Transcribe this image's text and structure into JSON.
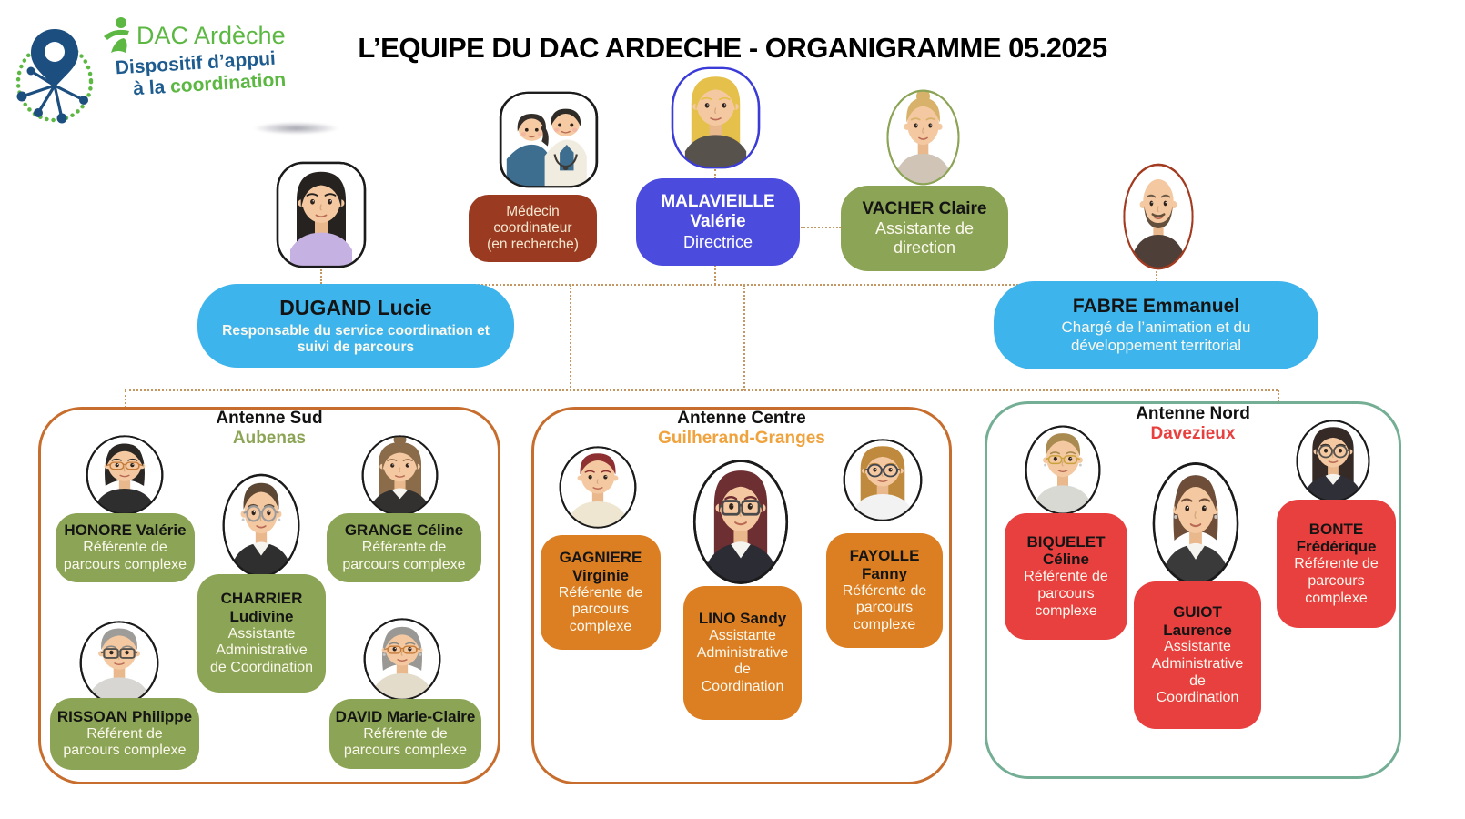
{
  "title": "L’EQUIPE DU DAC ARDECHE - ORGANIGRAMME 05.2025",
  "logo": {
    "brand": "DAC Ardèche",
    "tagline_line1": "Dispositif d’appui",
    "tagline_line2_prefix": "à la ",
    "tagline_line2_highlight": "coordination",
    "green": "#5CB843",
    "blue": "#1E5C8F",
    "pin_blue": "#1C4F80"
  },
  "colors": {
    "card_brown": "#9A3A21",
    "card_indigo": "#4B4BDE",
    "card_olive": "#8CA455",
    "card_sky": "#3EB4EC",
    "card_orange": "#DC7E22",
    "card_red": "#E8403F",
    "connector": "#C49662"
  },
  "people": {
    "medecin": {
      "lines": [
        "Médecin",
        "coordinateur",
        "(en recherche)"
      ]
    },
    "malavieille": {
      "name_lines": [
        "MALAVIEILLE",
        "Valérie"
      ],
      "role_lines": [
        "Directrice"
      ]
    },
    "vacher": {
      "name_lines": [
        "VACHER Claire"
      ],
      "role_lines": [
        "Assistante de",
        "direction"
      ]
    },
    "dugand": {
      "name_lines": [
        "DUGAND Lucie"
      ],
      "role_lines": [
        "Responsable du service coordination et",
        "suivi de parcours"
      ]
    },
    "fabre": {
      "name_lines": [
        "FABRE Emmanuel"
      ],
      "role_lines": [
        "Chargé de l’animation et du",
        "développement territorial"
      ]
    },
    "honore": {
      "name_lines": [
        "HONORE Valérie"
      ],
      "role_lines": [
        "Référente de",
        "parcours complexe"
      ]
    },
    "grange": {
      "name_lines": [
        "GRANGE Céline"
      ],
      "role_lines": [
        "Référente de",
        "parcours complexe"
      ]
    },
    "charrier": {
      "name_lines": [
        "CHARRIER",
        "Ludivine"
      ],
      "role_lines": [
        "Assistante",
        "Administrative",
        "de Coordination"
      ]
    },
    "rissoan": {
      "name_lines": [
        "RISSOAN Philippe"
      ],
      "role_lines": [
        "Référent de",
        "parcours complexe"
      ]
    },
    "david": {
      "name_lines": [
        "DAVID Marie-Claire"
      ],
      "role_lines": [
        "Référente de",
        "parcours complexe"
      ]
    },
    "gagniere": {
      "name_lines": [
        "GAGNIERE",
        "Virginie"
      ],
      "role_lines": [
        "Référente de",
        "parcours",
        "complexe"
      ]
    },
    "lino": {
      "name_lines": [
        "LINO Sandy"
      ],
      "role_lines": [
        "Assistante",
        "Administrative",
        "de",
        "Coordination"
      ]
    },
    "fayolle": {
      "name_lines": [
        "FAYOLLE",
        "Fanny"
      ],
      "role_lines": [
        "Référente de",
        "parcours",
        "complexe"
      ]
    },
    "biquelet": {
      "name_lines": [
        "BIQUELET",
        "Céline"
      ],
      "role_lines": [
        "Référente de",
        "parcours",
        "complexe"
      ]
    },
    "guiot": {
      "name_lines": [
        "GUIOT",
        "Laurence"
      ],
      "role_lines": [
        "Assistante",
        "Administrative",
        "de",
        "Coordination"
      ]
    },
    "bonte": {
      "name_lines": [
        "BONTE",
        "Frédérique"
      ],
      "role_lines": [
        "Référente de",
        "parcours",
        "complexe"
      ]
    }
  },
  "antennes": [
    {
      "title": "Antenne Sud",
      "subtitle": "Aubenas",
      "subtitle_color": "#8CA455",
      "border_color": "#C76E2E"
    },
    {
      "title": "Antenne Centre",
      "subtitle": "Guilherand-Granges",
      "subtitle_color": "#F0A23C",
      "border_color": "#C76E2E"
    },
    {
      "title": "Antenne Nord",
      "subtitle": "Davezieux",
      "subtitle_color": "#E8403F",
      "border_color": "#74AE94"
    }
  ],
  "avatars": {
    "medecin": {
      "type": "duo",
      "frame": "squircle",
      "frame_color": "#1b1b1b"
    },
    "malavieille": {
      "frame": "rrect",
      "frame_color": "#3B3BD8",
      "hair": "long",
      "hair_color": "#E5C04A",
      "shirt": "#57524C"
    },
    "vacher": {
      "frame": "oval",
      "frame_color": "#8CA455",
      "hair": "updo",
      "hair_color": "#D8B26A",
      "shirt": "#CFC4B6"
    },
    "dugand": {
      "frame": "squircle",
      "frame_color": "#1b1b1b",
      "hair": "long",
      "hair_color": "#26221F",
      "shirt": "#C6B2E2"
    },
    "fabre": {
      "frame": "oval",
      "frame_color": "#A33B20",
      "hair": "bald",
      "hair_color": "#63503C",
      "beard": true,
      "shirt": "#4E4038"
    },
    "honore": {
      "frame": "oval",
      "frame_color": "#1b1b1b",
      "hair": "bob",
      "hair_color": "#2A2724",
      "glasses": "thin",
      "glasses_color": "#C47B3A",
      "shirt": "#2E2E2E"
    },
    "grange": {
      "frame": "oval",
      "frame_color": "#1b1b1b",
      "hair": "longbun",
      "hair_color": "#8A6B4A",
      "shirt": "#33312F",
      "collar": true
    },
    "charrier": {
      "frame": "oval",
      "frame_color": "#1b1b1b",
      "hair": "pixie",
      "hair_color": "#5C4634",
      "glasses": "round",
      "glasses_color": "#9A9A9A",
      "shirt": "#2F2F2F",
      "collar": true,
      "earrings": true
    },
    "rissoan": {
      "frame": "oval",
      "frame_color": "#1b1b1b",
      "hair": "pixie",
      "hair_color": "#9E9C98",
      "glasses": "rect",
      "glasses_color": "#55524E",
      "shirt": "#D8D6D2",
      "brow": "#8A8884"
    },
    "david": {
      "frame": "oval",
      "frame_color": "#1b1b1b",
      "hair": "bob",
      "hair_color": "#9A9894",
      "glasses": "thin",
      "glasses_color": "#C47B3A",
      "shirt": "#E4DCCB",
      "earrings": true,
      "brow": "#8A8884"
    },
    "gagniere": {
      "frame": "oval",
      "frame_color": "#1b1b1b",
      "hair": "pixie",
      "hair_color": "#8E2F31",
      "shirt": "#EFE6D2"
    },
    "lino": {
      "frame": "oval",
      "frame_color": "#1b1b1b",
      "hair": "long",
      "hair_color": "#6E2F33",
      "glasses": "rect",
      "glasses_color": "#4A4A4A",
      "shirt": "#2C2C34",
      "collar": true
    },
    "fayolle": {
      "frame": "oval",
      "frame_color": "#1b1b1b",
      "hair": "long",
      "hair_color": "#C08A3E",
      "glasses": "round",
      "glasses_color": "#3F4650",
      "shirt": "#F2F2F2"
    },
    "biquelet": {
      "frame": "oval",
      "frame_color": "#1b1b1b",
      "hair": "pixie",
      "hair_color": "#A98B52",
      "glasses": "thin",
      "glasses_color": "#C9A23E",
      "shirt": "#D9D9D4",
      "earrings": true
    },
    "guiot": {
      "frame": "oval",
      "frame_color": "#1b1b1b",
      "hair": "bob",
      "hair_color": "#6E4E38",
      "shirt": "#3A3A3A",
      "collar": true,
      "earrings": true
    },
    "bonte": {
      "frame": "oval",
      "frame_color": "#1b1b1b",
      "hair": "long",
      "hair_color": "#352A26",
      "glasses": "round",
      "glasses_color": "#55524E",
      "shirt": "#2F2F38",
      "collar": true
    }
  }
}
